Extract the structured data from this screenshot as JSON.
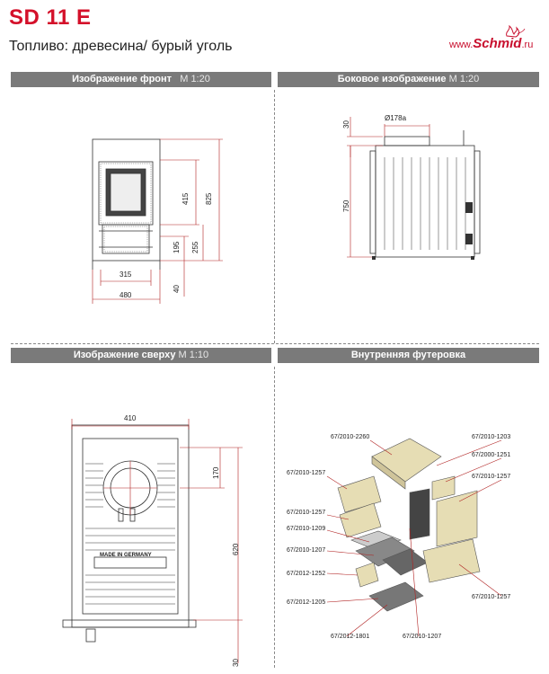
{
  "header": {
    "title": "SD 11 E",
    "subtitle": "Топливо: древесина/ бурый уголь",
    "logo_prefix": "www.",
    "logo_brand": "Schmid",
    "logo_suffix": ".ru"
  },
  "sections": {
    "front": {
      "label": "Изображение фронт",
      "scale": "M 1:20"
    },
    "side": {
      "label": "Боковое изображение",
      "scale": "M 1:20"
    },
    "top": {
      "label": "Изображение сверху",
      "scale": "M 1:10"
    },
    "lining": {
      "label": "Внутренняя футеровка"
    }
  },
  "front_dims": {
    "d415": "415",
    "d825": "825",
    "d195": "195",
    "d255": "255",
    "d40": "40",
    "d315": "315",
    "d480": "480"
  },
  "side_dims": {
    "d30": "30",
    "d178": "Ø178a",
    "d750": "750"
  },
  "top_dims": {
    "d410": "410",
    "d170": "170",
    "d620": "620",
    "d30": "30",
    "plate": "MADE  IN  GERMANY"
  },
  "lining_parts": [
    "67/2010-2260",
    "67/2010-1203",
    "67/2010-1257",
    "67/2000-1251",
    "67/2010-1257",
    "67/2010-1257",
    "67/2010-1209",
    "67/2010-1207",
    "67/2012-1252",
    "67/2012-1205",
    "67/2012-1801",
    "67/2010-1207",
    "67/2010-1257"
  ],
  "colors": {
    "brand_red": "#d4102a",
    "bar_gray": "#7a7a7a",
    "dim_red": "#b02020"
  }
}
